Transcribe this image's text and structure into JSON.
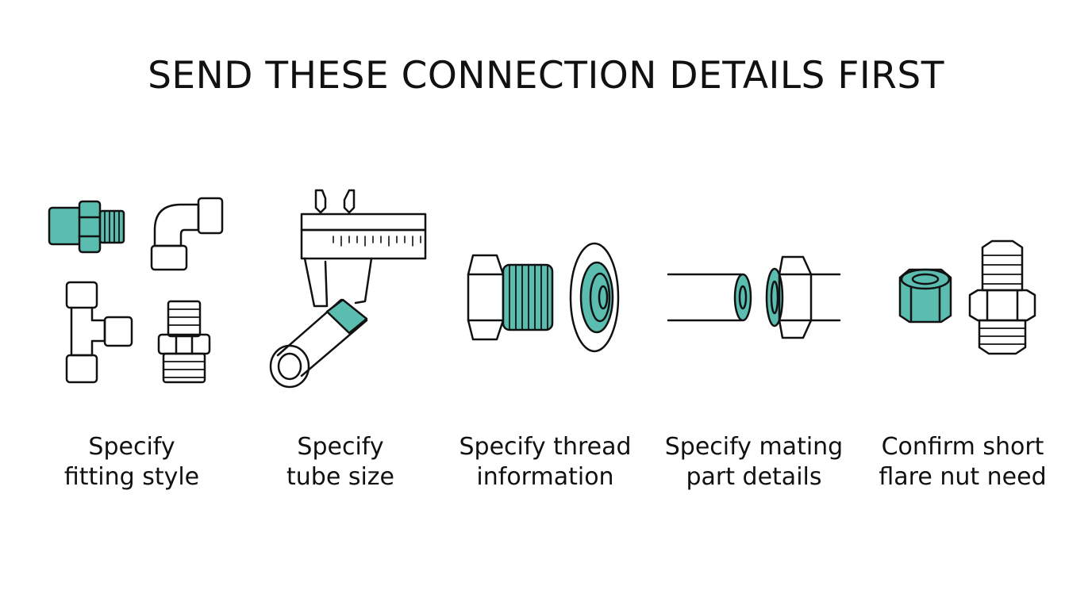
{
  "title": "SEND THESE CONNECTION DETAILS FIRST",
  "accent_color": "#5bbcb0",
  "line_color": "#111111",
  "steps": [
    {
      "icon": "fitting-styles-icon",
      "line1": "Specify",
      "line2": "fitting style"
    },
    {
      "icon": "caliper-tube-icon",
      "line1": "Specify",
      "line2": "tube size"
    },
    {
      "icon": "threaded-fitting-icon",
      "line1": "Specify thread",
      "line2": "information"
    },
    {
      "icon": "mating-parts-icon",
      "line1": "Specify mating",
      "line2": "part details"
    },
    {
      "icon": "flare-nut-icon",
      "line1": "Confirm short",
      "line2": "flare nut need"
    }
  ]
}
